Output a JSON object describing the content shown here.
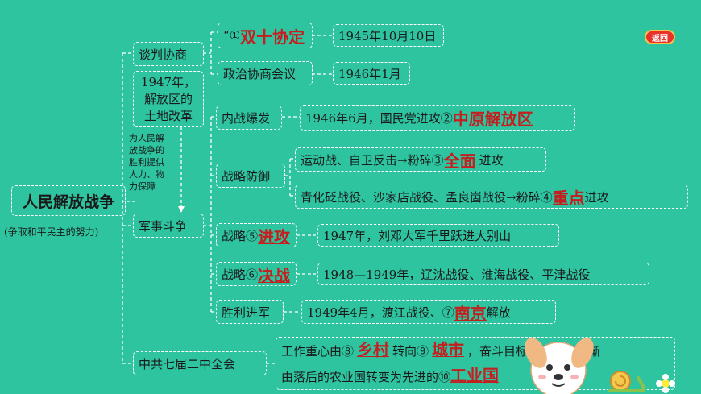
{
  "ui": {
    "back_button": "返回"
  },
  "root": {
    "title": "人民解放战争",
    "subtitle": "(争取和平民主的努力)"
  },
  "talks": {
    "label": "谈判协商",
    "agreement": {
      "prefix": "“①",
      "answer": "双十协定",
      "date": "1945年10月10日"
    },
    "pcc": {
      "label": "政治协商会议",
      "date": "1946年1月"
    }
  },
  "land": {
    "line1": "1947年，",
    "line2": "解放区的",
    "line3": "土地改革"
  },
  "note": {
    "l1": "为人民解",
    "l2": "放战争的",
    "l3": "胜利提供",
    "l4": "人力、物",
    "l5": "力保障"
  },
  "military": {
    "label": "军事斗争",
    "civil_war": {
      "label": "内战爆发",
      "text": "1946年6月，国民党进攻②",
      "answer": "中原解放区"
    },
    "defense": {
      "label": "战略防御",
      "row1_pre": "运动战、自卫反击→粉碎③",
      "row1_answer": "全面",
      "row1_post": "进攻",
      "row2_pre": "青化砭战役、沙家店战役、孟良崮战役→粉碎④",
      "row2_answer": "重点",
      "row2_post": "进攻"
    },
    "offense": {
      "label_pre": "战略⑤",
      "answer": "进攻",
      "text": "1947年，刘邓大军千里跃进大别山"
    },
    "decisive": {
      "label_pre": "战略⑥",
      "answer": "决战",
      "text": "1948—1949年，辽沈战役、淮海战役、平津战役"
    },
    "victory": {
      "label": "胜利进军",
      "text_pre": "1949年4月，渡江战役、⑦",
      "answer": "南京",
      "text_post": "解放"
    }
  },
  "plenum": {
    "label": "中共七届二中全会",
    "l1_a": "工作重心由⑧",
    "l1_ans1": "乡村",
    "l1_b": "转向⑨",
    "l1_ans2": "城市",
    "l1_c": "，奋斗目标是把中国逐渐",
    "l2_a": "由落后的农业国转变为先进的⑩",
    "l2_ans": "工业国"
  }
}
